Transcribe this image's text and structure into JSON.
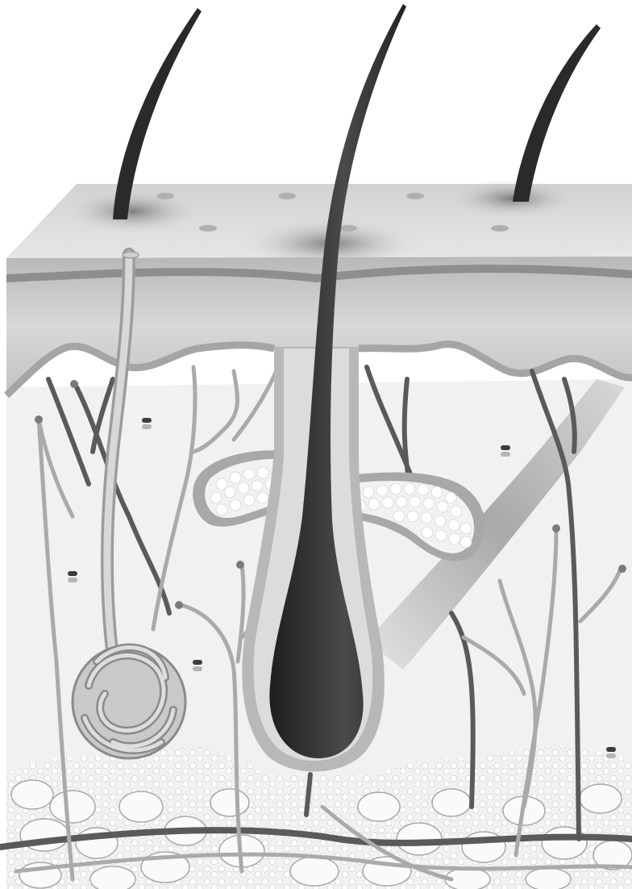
{
  "diagram": {
    "subject": "skin-cross-section",
    "labels": [],
    "colors": {
      "background": "#ffffff",
      "skin_surface_top": "#dedede",
      "epidermis": "#c4c4c4",
      "epidermis_edge": "#8e8e8e",
      "dermis": "#f1f1f1",
      "hair": "#2c2c2c",
      "hair_follicle_sheath": "#cfcfcf",
      "sebaceous_gland": "#efefef",
      "vessel_dark": "#5a5a5a",
      "vessel_light": "#a9a9a9",
      "nerve": "#bdbdbd",
      "fat_cells": "#f4f4f4",
      "fat_outline": "#9a9a9a",
      "sweat_gland": "#b0b0b0"
    },
    "parts": [
      "hair-shafts",
      "skin-surface",
      "epidermis",
      "dermis",
      "hair-follicle",
      "sebaceous-glands",
      "arrector-pili-muscle",
      "sweat-gland",
      "blood-vessels",
      "nerves",
      "subcutaneous-fat"
    ]
  }
}
